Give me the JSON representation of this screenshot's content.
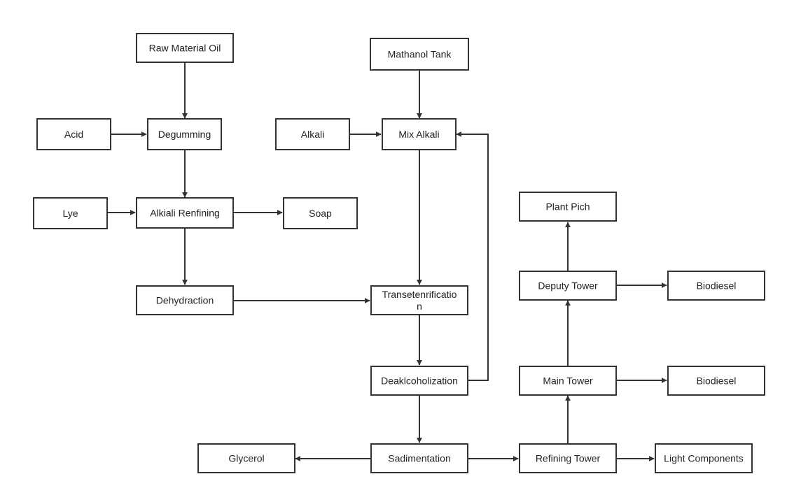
{
  "diagram": {
    "nodes": {
      "raw_material_oil": "Raw Material Oil",
      "mathanol_tank": "Mathanol Tank",
      "acid": "Acid",
      "degumming": "Degumming",
      "alkali": "Alkali",
      "mix_alkali": "Mix Alkali",
      "lye": "Lye",
      "alkiali_renfining": "Alkiali Renfining",
      "soap": "Soap",
      "plant_pich": "Plant Pich",
      "dehydraction": "Dehydraction",
      "transetenrification_1": "Transetenrificatio",
      "transetenrification_2": "n",
      "deputy_tower": "Deputy Tower",
      "biodiesel_1": "Biodiesel",
      "deakcoholization": "Deaklcoholization",
      "main_tower": "Main Tower",
      "biodiesel_2": "Biodiesel",
      "glycerol": "Glycerol",
      "sadimentation": "Sadimentation",
      "refining_tower": "Refining Tower",
      "light_components": "Light Components"
    },
    "edges": [
      {
        "from": "Raw Material Oil",
        "to": "Degumming"
      },
      {
        "from": "Acid",
        "to": "Degumming"
      },
      {
        "from": "Degumming",
        "to": "Alkiali Renfining"
      },
      {
        "from": "Lye",
        "to": "Alkiali Renfining"
      },
      {
        "from": "Alkiali Renfining",
        "to": "Soap"
      },
      {
        "from": "Alkiali Renfining",
        "to": "Dehydraction"
      },
      {
        "from": "Dehydraction",
        "to": "Transetenrification"
      },
      {
        "from": "Mathanol Tank",
        "to": "Mix Alkali"
      },
      {
        "from": "Alkali",
        "to": "Mix Alkali"
      },
      {
        "from": "Mix Alkali",
        "to": "Transetenrification"
      },
      {
        "from": "Transetenrification",
        "to": "Deaklcoholization"
      },
      {
        "from": "Deaklcoholization",
        "to": "Mix Alkali"
      },
      {
        "from": "Deaklcoholization",
        "to": "Sadimentation"
      },
      {
        "from": "Sadimentation",
        "to": "Glycerol"
      },
      {
        "from": "Sadimentation",
        "to": "Refining Tower"
      },
      {
        "from": "Refining Tower",
        "to": "Light Components"
      },
      {
        "from": "Refining Tower",
        "to": "Main Tower"
      },
      {
        "from": "Main Tower",
        "to": "Biodiesel"
      },
      {
        "from": "Main Tower",
        "to": "Deputy Tower"
      },
      {
        "from": "Deputy Tower",
        "to": "Biodiesel"
      },
      {
        "from": "Deputy Tower",
        "to": "Plant Pich"
      }
    ],
    "colors": {
      "stroke": "#333333",
      "text": "#222222",
      "background": "#ffffff"
    }
  }
}
